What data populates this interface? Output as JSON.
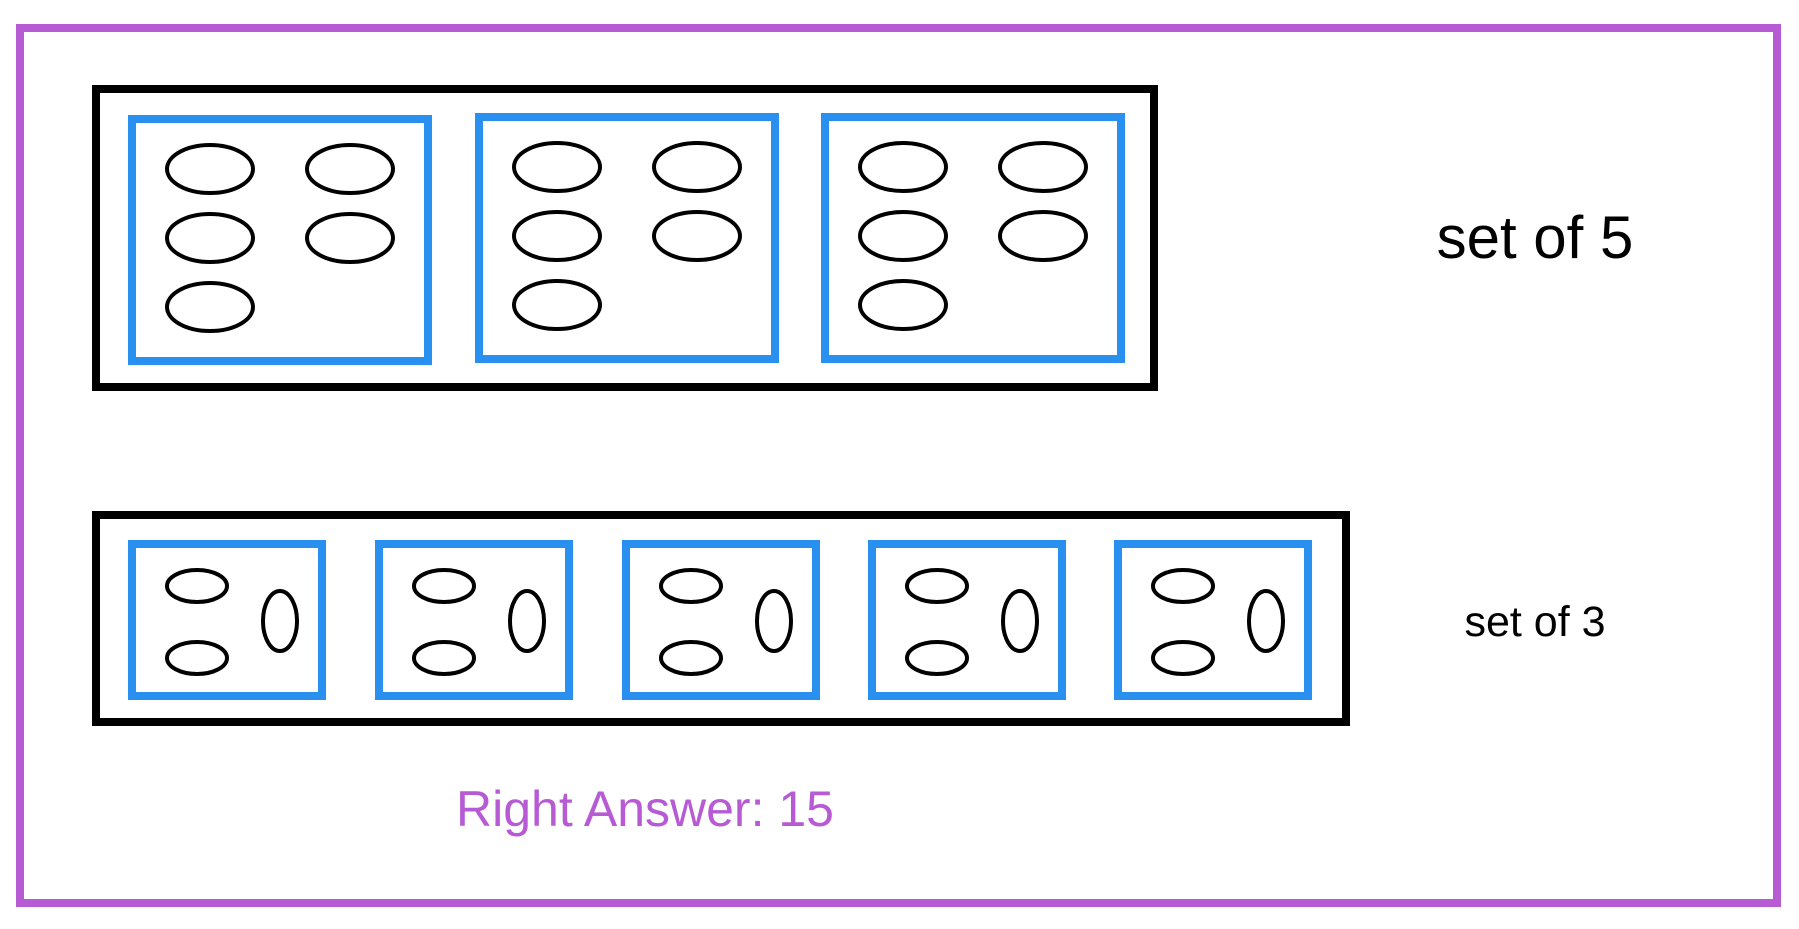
{
  "diagram": {
    "colors": {
      "frame": "#b75bd4",
      "group_box": "#000000",
      "set_box": "#2a90f0",
      "object": "#000000",
      "answer_text": "#b75bd4",
      "label_text": "#000000"
    },
    "rows": [
      {
        "label": "set of 5",
        "set_count": 3,
        "objects_per_set": 5
      },
      {
        "label": "set of 3",
        "set_count": 5,
        "objects_per_set": 3
      }
    ],
    "answer_text": "Right Answer: 15"
  }
}
